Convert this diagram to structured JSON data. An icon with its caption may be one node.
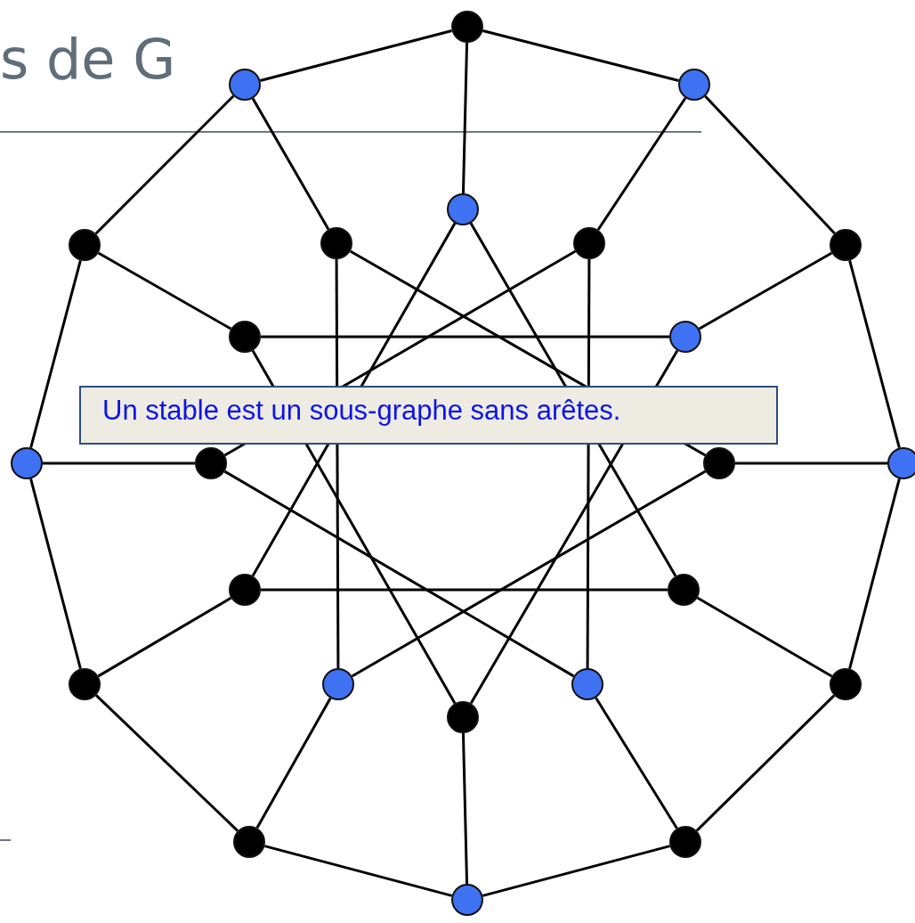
{
  "diagram": {
    "title": "s de G",
    "nodes": [
      {
        "text": [],
        "shape": "circle"
      },
      {
        "text": [],
        "shape": "circle"
      },
      {
        "text": [],
        "shape": "circle"
      },
      {
        "text": [],
        "shape": "circle"
      },
      {
        "text": [],
        "shape": "circle"
      },
      {
        "text": [],
        "shape": "circle"
      },
      {
        "text": [],
        "shape": "circle"
      },
      {
        "text": [],
        "shape": "circle"
      },
      {
        "text": [],
        "shape": "circle"
      },
      {
        "text": [],
        "shape": "circle"
      },
      {
        "text": [],
        "shape": "circle"
      },
      {
        "text": [],
        "shape": "circle"
      },
      {
        "text": [],
        "shape": "circle"
      },
      {
        "text": [],
        "shape": "circle"
      },
      {
        "text": [],
        "shape": "circle"
      },
      {
        "text": [],
        "shape": "circle"
      },
      {
        "text": [],
        "shape": "circle"
      },
      {
        "text": [],
        "shape": "circle"
      },
      {
        "text": [],
        "shape": "circle"
      },
      {
        "text": [],
        "shape": "circle"
      },
      {
        "text": [],
        "shape": "circle"
      },
      {
        "text": [],
        "shape": "circle"
      },
      {
        "text": [],
        "shape": "circle"
      },
      {
        "text": [],
        "shape": "circle"
      }
    ],
    "labels": [
      "Un stable est un sous-graphe sans arêtes."
    ],
    "edges": [
      {
        "from": 0,
        "to": 1,
        "arrow": "none"
      },
      {
        "from": 1,
        "to": 2,
        "arrow": "none"
      },
      {
        "from": 2,
        "to": 3,
        "arrow": "none"
      },
      {
        "from": 3,
        "to": 4,
        "arrow": "none"
      },
      {
        "from": 4,
        "to": 5,
        "arrow": "none"
      },
      {
        "from": 5,
        "to": 6,
        "arrow": "none"
      },
      {
        "from": 6,
        "to": 7,
        "arrow": "none"
      },
      {
        "from": 7,
        "to": 8,
        "arrow": "none"
      },
      {
        "from": 8,
        "to": 9,
        "arrow": "none"
      },
      {
        "from": 9,
        "to": 10,
        "arrow": "none"
      },
      {
        "from": 10,
        "to": 11,
        "arrow": "none"
      },
      {
        "from": 11,
        "to": 0,
        "arrow": "none"
      },
      {
        "from": 0,
        "to": 12,
        "arrow": "none"
      },
      {
        "from": 1,
        "to": 13,
        "arrow": "none"
      },
      {
        "from": 2,
        "to": 14,
        "arrow": "none"
      },
      {
        "from": 3,
        "to": 15,
        "arrow": "none"
      },
      {
        "from": 4,
        "to": 16,
        "arrow": "none"
      },
      {
        "from": 5,
        "to": 17,
        "arrow": "none"
      },
      {
        "from": 6,
        "to": 18,
        "arrow": "none"
      },
      {
        "from": 7,
        "to": 19,
        "arrow": "none"
      },
      {
        "from": 8,
        "to": 20,
        "arrow": "none"
      },
      {
        "from": 9,
        "to": 21,
        "arrow": "none"
      },
      {
        "from": 10,
        "to": 22,
        "arrow": "none"
      },
      {
        "from": 11,
        "to": 23,
        "arrow": "none"
      },
      {
        "from": 12,
        "to": 16,
        "arrow": "none"
      },
      {
        "from": 13,
        "to": 17,
        "arrow": "none"
      },
      {
        "from": 14,
        "to": 18,
        "arrow": "none"
      },
      {
        "from": 15,
        "to": 19,
        "arrow": "none"
      },
      {
        "from": 16,
        "to": 20,
        "arrow": "none"
      },
      {
        "from": 17,
        "to": 21,
        "arrow": "none"
      },
      {
        "from": 18,
        "to": 22,
        "arrow": "none"
      },
      {
        "from": 19,
        "to": 23,
        "arrow": "none"
      },
      {
        "from": 20,
        "to": 12,
        "arrow": "none"
      },
      {
        "from": 21,
        "to": 13,
        "arrow": "none"
      },
      {
        "from": 22,
        "to": 14,
        "arrow": "none"
      },
      {
        "from": 23,
        "to": 15,
        "arrow": "none"
      }
    ]
  }
}
